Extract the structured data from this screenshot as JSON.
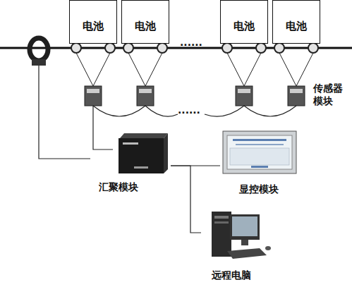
{
  "diagram": {
    "nodes": [
      {
        "text": [
          "电池"
        ]
      },
      {
        "text": [
          "电池"
        ]
      },
      {
        "text": [
          "电池"
        ]
      },
      {
        "text": [
          "电池"
        ]
      },
      {
        "text": [
          "汇聚模块"
        ]
      },
      {
        "text": [
          "显控模块"
        ]
      },
      {
        "text": [
          "远程电脑"
        ]
      }
    ],
    "edges": [
      {
        "from": 4,
        "to": 5,
        "arrow": "none"
      },
      {
        "from": 4,
        "to": 6,
        "arrow": "none"
      }
    ],
    "labels": [
      "......",
      "......",
      "传感器 模块"
    ]
  }
}
